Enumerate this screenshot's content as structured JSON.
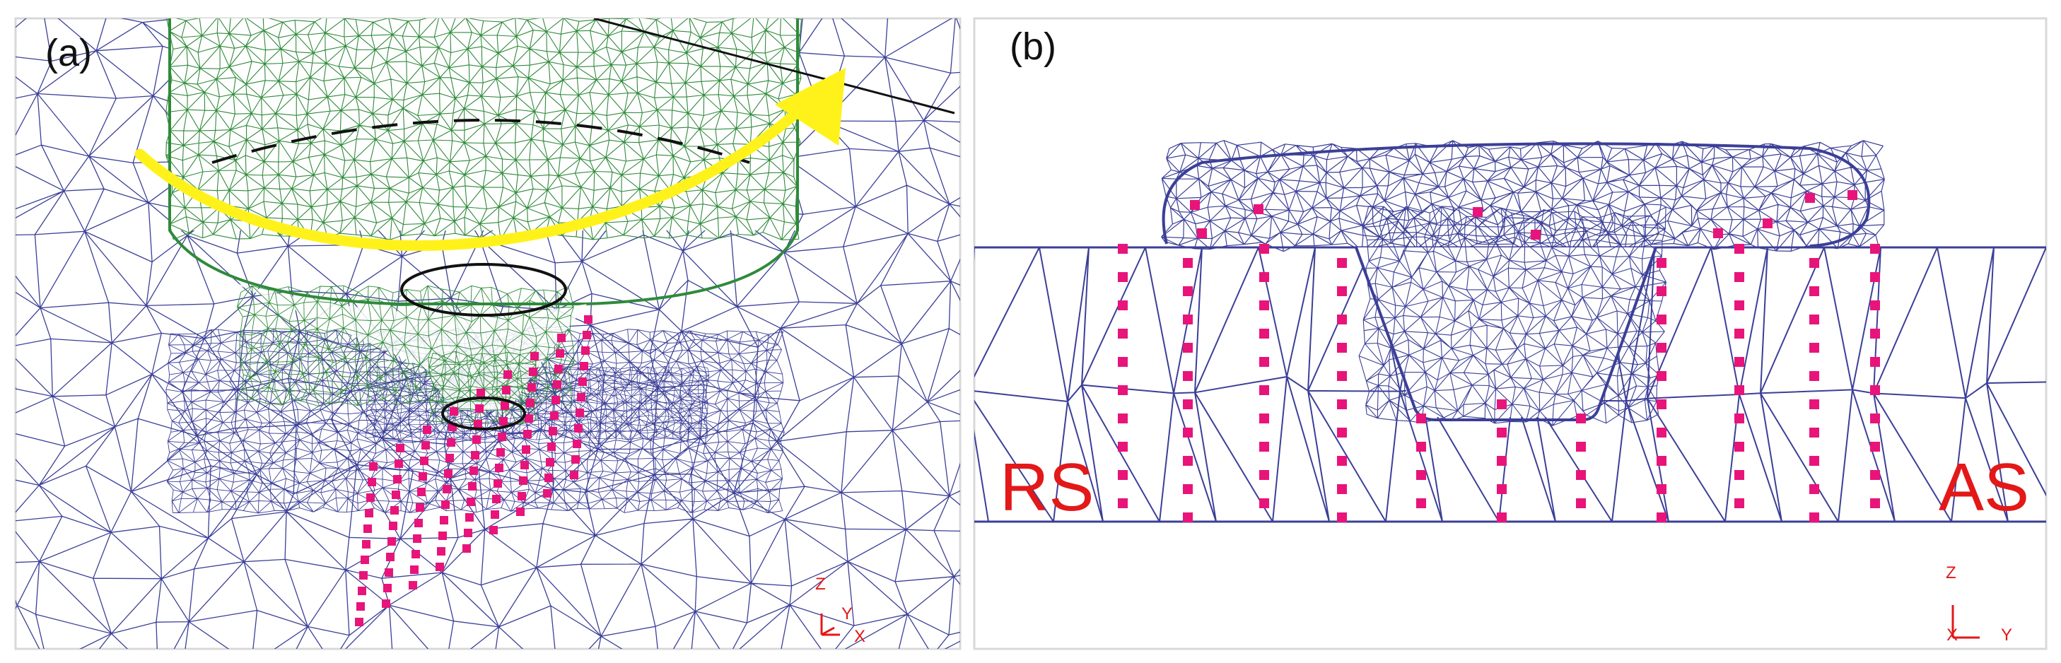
{
  "panels": {
    "a": {
      "label": "(a)",
      "axis": {
        "z": "Z",
        "y": "Y",
        "x": "X"
      }
    },
    "b": {
      "label": "(b)",
      "rs_label": "RS",
      "as_label": "AS",
      "axis": {
        "z": "Z",
        "x": "X",
        "y": "Y"
      }
    }
  },
  "colors": {
    "workpiece_mesh": "#3b3f97",
    "tool_mesh": "#2f8a3a",
    "tracer_points": "#e8147a",
    "rotation_arrow": "#fff21a",
    "labels": "#e31818",
    "background": "#ffffff",
    "panel_border": "#d8d8d8"
  }
}
